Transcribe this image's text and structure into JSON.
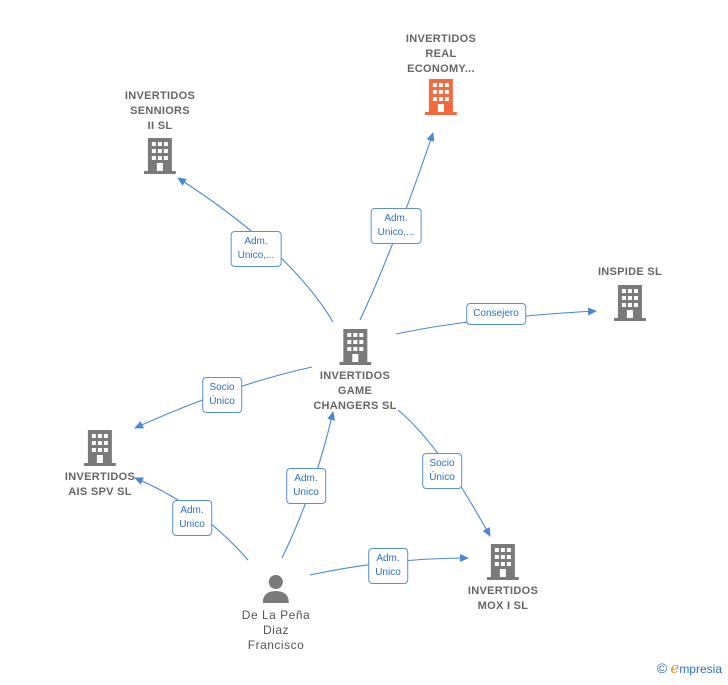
{
  "nodes": {
    "real_economy": {
      "label": "INVERTIDOS\nREAL\nECONOMY...",
      "color": "#f26a3d"
    },
    "senniors": {
      "label": "INVERTIDOS\nSENNIORS\nII  SL",
      "color": "#7a7a7a"
    },
    "inspide": {
      "label": "INSPIDE  SL",
      "color": "#7a7a7a"
    },
    "game_changers": {
      "label": "INVERTIDOS\nGAME\nCHANGERS  SL",
      "color": "#7a7a7a"
    },
    "ais_spv": {
      "label": "INVERTIDOS\nAIS SPV  SL",
      "color": "#7a7a7a"
    },
    "mox": {
      "label": "INVERTIDOS\nMOX I  SL",
      "color": "#7a7a7a"
    },
    "person": {
      "label": "De La Peña\nDiaz\nFrancisco",
      "color": "#7a7a7a"
    }
  },
  "edges": {
    "gc_real": "Adm.\nUnico,...",
    "gc_senniors": "Adm.\nUnico,...",
    "gc_inspide": "Consejero",
    "gc_ais": "Socio\nÚnico",
    "gc_mox": "Socio\nÚnico",
    "person_gc": "Adm.\nUnico",
    "person_ais": "Adm.\nUnico",
    "person_mox": "Adm.\nUnico"
  },
  "brand": {
    "copyright": "©",
    "e": "e",
    "name": "mpresia"
  },
  "colors": {
    "edge": "#4a87d6",
    "label_border": "#5b8fd6"
  }
}
